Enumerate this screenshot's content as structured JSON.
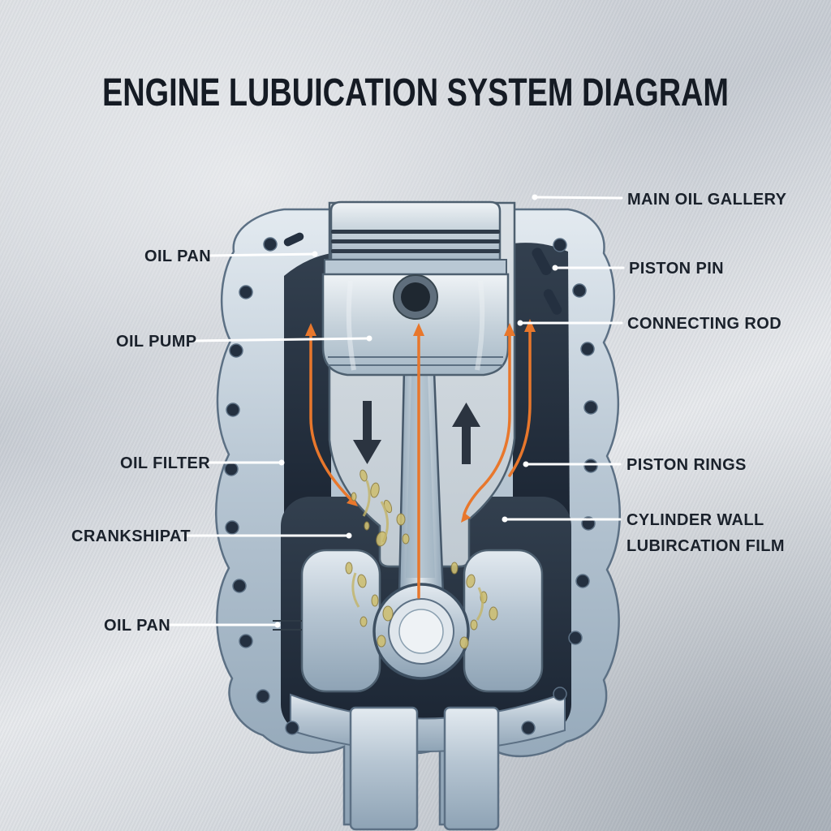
{
  "title": "ENGINE LUBUICATION SYSTEM DIAGRAM",
  "labels": {
    "left": [
      {
        "text": "OIL PAN"
      },
      {
        "text": "OIL PUMP"
      },
      {
        "text": "OIL FILTER"
      },
      {
        "text": "CRANKSHIPAT"
      },
      {
        "text": "OIL PAN"
      }
    ],
    "right": [
      {
        "text": "MAIN OIL GALLERY"
      },
      {
        "text": "PISTON PIN"
      },
      {
        "text": "CONNECTING ROD"
      },
      {
        "text": "PISTON RINGS"
      },
      {
        "line1": "CYLINDER WALL",
        "line2": "LUBIRCATION FILM"
      }
    ]
  },
  "figure": {
    "type": "engine cutaway illustration",
    "piston_motion_arrows": [
      "down",
      "up"
    ]
  },
  "colors": {
    "background_metal": "#cfd4da",
    "title_text": "#151b24",
    "label_text": "#1a212b",
    "leader_line": "#ffffff",
    "oil_flow_arrow": "#e8772c",
    "engine_steel_light": "#e3eaf0",
    "engine_steel_dark": "#8ea3b5",
    "cavity_dark": "#222d3b",
    "oil_splash": "#c9ba6e",
    "motion_arrow": "#2b3440"
  }
}
